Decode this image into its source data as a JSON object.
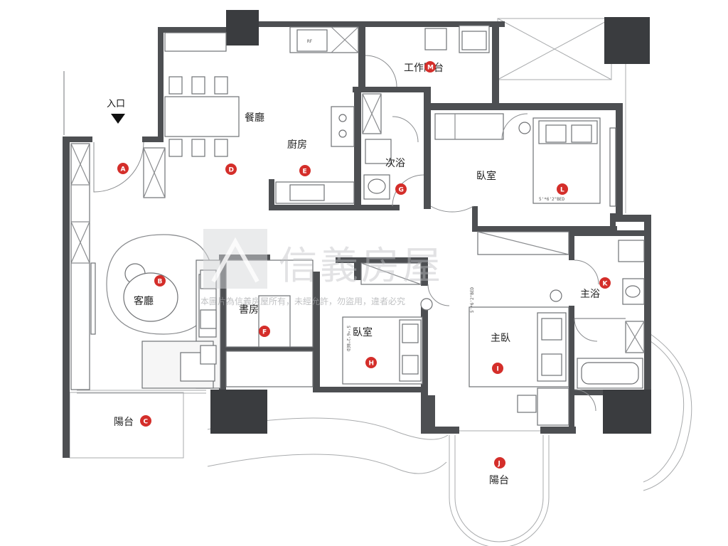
{
  "entrance": {
    "label": "入口"
  },
  "rooms": {
    "living": "客廳",
    "dining": "餐廳",
    "kitchen": "廚房",
    "utility_balcony": "工作陽台",
    "guest_bath": "次浴",
    "bedroom_top": "臥室",
    "study": "書房",
    "bedroom_mid": "臥室",
    "master_bedroom": "主臥",
    "master_bath": "主浴",
    "balcony_living": "陽台",
    "balcony_master": "陽台"
  },
  "markers": {
    "a": "A",
    "b": "B",
    "c": "C",
    "d": "D",
    "e": "E",
    "f": "F",
    "g": "G",
    "h": "H",
    "i": "I",
    "j": "J",
    "k": "K",
    "l": "L",
    "m": "M"
  },
  "fixtures": {
    "fridge": "RF",
    "bed_size_top": "5'*6'2\"BED",
    "bed_size_mid": "5'*6'2\"BED",
    "bed_size_master": "5'*6'2\"BED"
  },
  "watermark": {
    "brand": "信義房屋",
    "notice": "本圖片為信義房屋所有，未經允許，勿盜用，違者必究"
  }
}
